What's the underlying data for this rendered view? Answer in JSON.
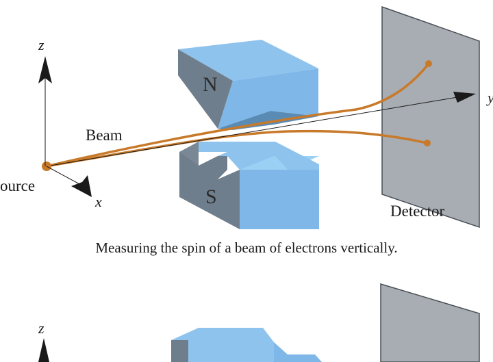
{
  "labels": {
    "beam": "Beam",
    "source": "ource",
    "detector": "Detector",
    "north": "N",
    "south": "S",
    "z_axis": "z",
    "x_axis": "x",
    "y_axis": "y",
    "z_axis_lower": "z"
  },
  "caption": "Measuring the spin of a beam of electrons vertically.",
  "colors": {
    "magnet_light": "#7fb8e8",
    "magnet_dark": "#6f7e8c",
    "beam": "#c87a2a",
    "detector": "#a7adb3"
  }
}
